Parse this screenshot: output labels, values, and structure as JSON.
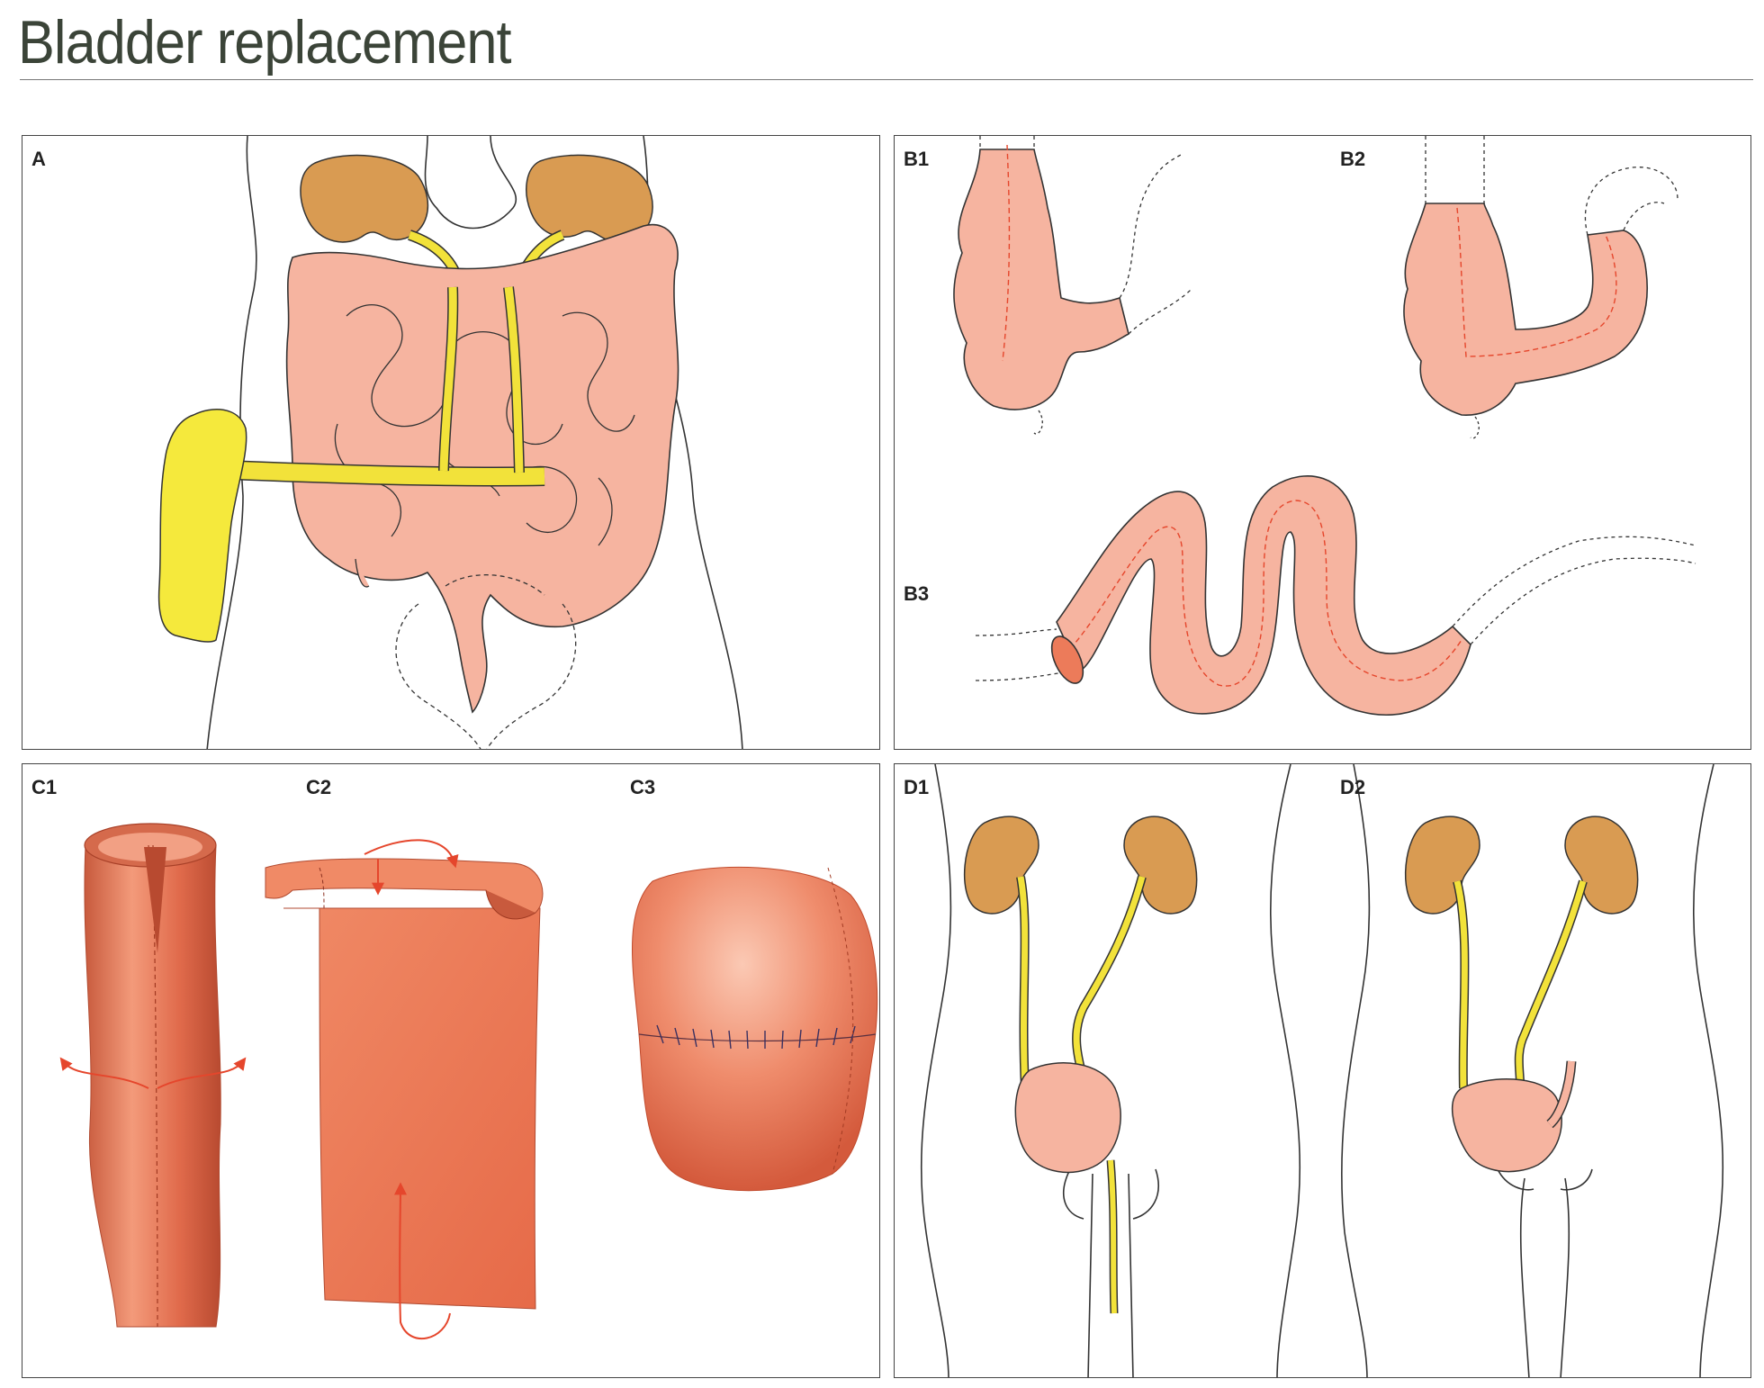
{
  "title": "Bladder replacement",
  "panels": {
    "a": {
      "label": "A"
    },
    "b1": {
      "label": "B1"
    },
    "b2": {
      "label": "B2"
    },
    "b3": {
      "label": "B3"
    },
    "c1": {
      "label": "C1"
    },
    "c2": {
      "label": "C2"
    },
    "c3": {
      "label": "C3"
    },
    "d1": {
      "label": "D1"
    },
    "d2": {
      "label": "D2"
    }
  },
  "colors": {
    "intestine": "#f6b4a0",
    "kidney": "#d99b52",
    "ureter": "#f2e23a",
    "bag": "#f5e93c",
    "bowel_segment": "#ec7b5a",
    "arrow": "#e5462c",
    "outline": "#333333"
  }
}
